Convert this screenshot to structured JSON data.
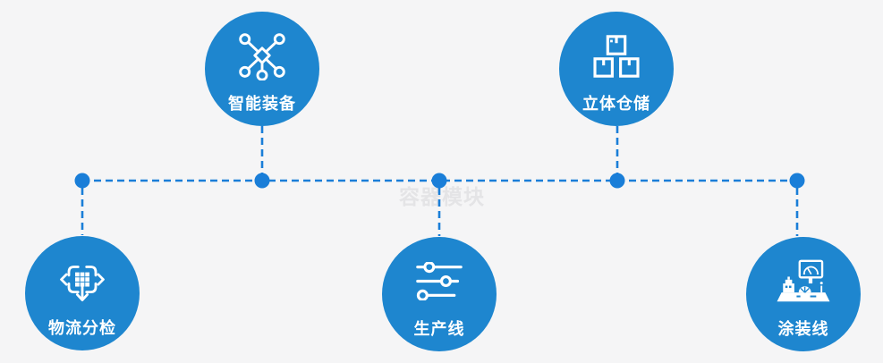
{
  "watermark": "容器模块",
  "colors": {
    "background": "#f5f5f6",
    "node_circle": "#1e86cf",
    "connector_blue": "#1a7ed8",
    "icon_and_label": "#ffffff",
    "watermark_gray": "#e4e4e6"
  },
  "nodes": [
    {
      "id": "smart-equipment",
      "label": "智能装备",
      "icon": "network-nodes-icon",
      "row": "top"
    },
    {
      "id": "warehouse",
      "label": "立体仓储",
      "icon": "stacked-boxes-icon",
      "row": "top"
    },
    {
      "id": "logistics-sorting",
      "label": "物流分检",
      "icon": "move-sort-icon",
      "row": "bottom"
    },
    {
      "id": "production-line",
      "label": "生产线",
      "icon": "sliders-icon",
      "row": "bottom"
    },
    {
      "id": "painting-line",
      "label": "涂装线",
      "icon": "machine-icon",
      "row": "bottom"
    }
  ]
}
